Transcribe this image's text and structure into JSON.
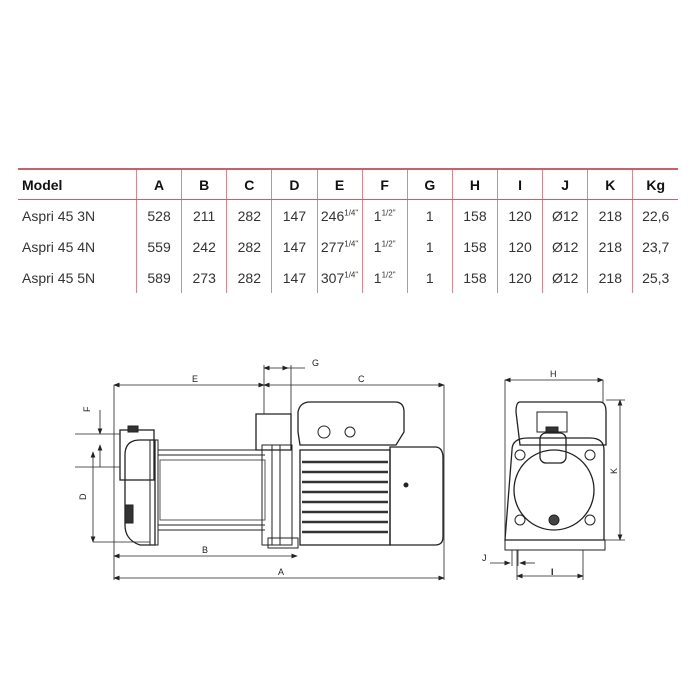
{
  "table": {
    "headers": [
      "Model",
      "A",
      "B",
      "C",
      "D",
      "E",
      "F",
      "G",
      "H",
      "I",
      "J",
      "K",
      "Kg"
    ],
    "rows": [
      [
        "Aspri 45 3N",
        "528",
        "211",
        "282",
        "147",
        "246",
        "1",
        "1",
        "158",
        "120",
        "Ø12",
        "218",
        "22,6"
      ],
      [
        "Aspri 45 4N",
        "559",
        "242",
        "282",
        "147",
        "277",
        "1",
        "1",
        "158",
        "120",
        "Ø12",
        "218",
        "23,7"
      ],
      [
        "Aspri 45 5N",
        "589",
        "273",
        "282",
        "147",
        "307",
        "1",
        "1",
        "158",
        "120",
        "Ø12",
        "218",
        "25,3"
      ]
    ],
    "f_fraction": "1/4\"",
    "g_fraction": "1/2\""
  },
  "diagram": {
    "labels": {
      "A": "A",
      "B": "B",
      "C": "C",
      "D": "D",
      "E": "E",
      "F": "F",
      "G": "G",
      "H": "H",
      "I": "I",
      "J": "J",
      "K": "K"
    }
  }
}
